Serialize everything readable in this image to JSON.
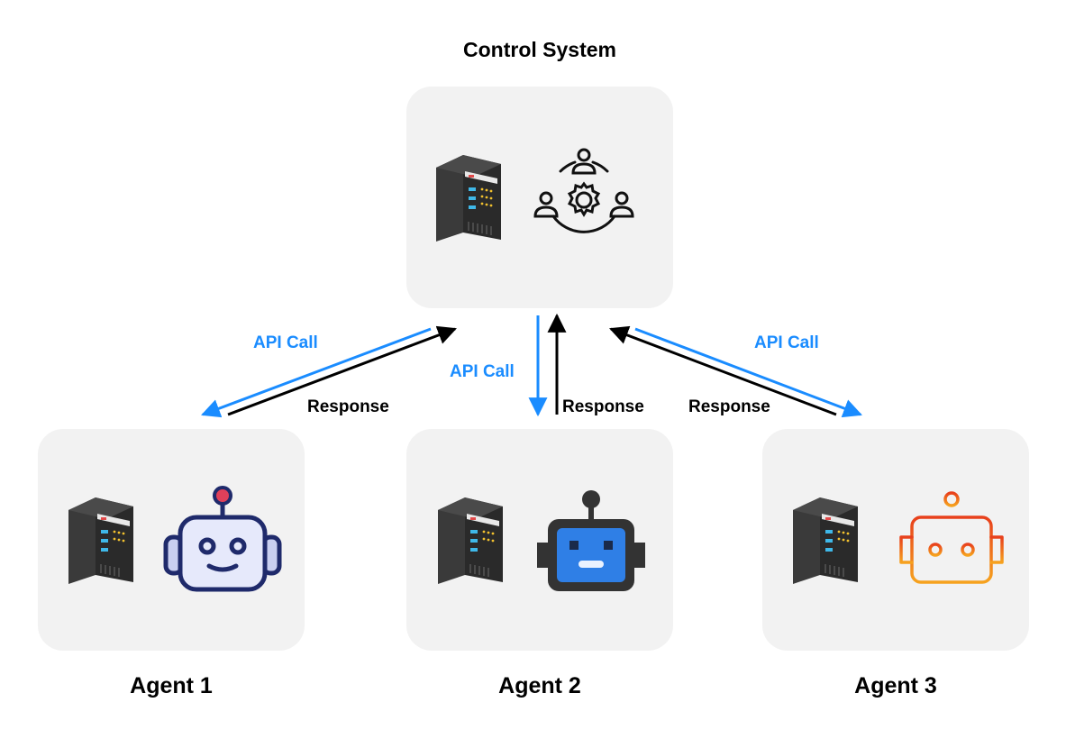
{
  "control": {
    "title": "Control System"
  },
  "agents": [
    {
      "title": "Agent 1"
    },
    {
      "title": "Agent 2"
    },
    {
      "title": "Agent 3"
    }
  ],
  "links": {
    "api_call": "API Call",
    "response": "Response"
  },
  "colors": {
    "api": "#1a8cff",
    "response": "#000000",
    "box": "#f2f2f2",
    "robot1": "#1f2a6b",
    "robot2_screen": "#2f7fe6",
    "robot3": "#f08a1c"
  },
  "icons": [
    "server-icon",
    "team-gear-icon",
    "robot-icon"
  ]
}
